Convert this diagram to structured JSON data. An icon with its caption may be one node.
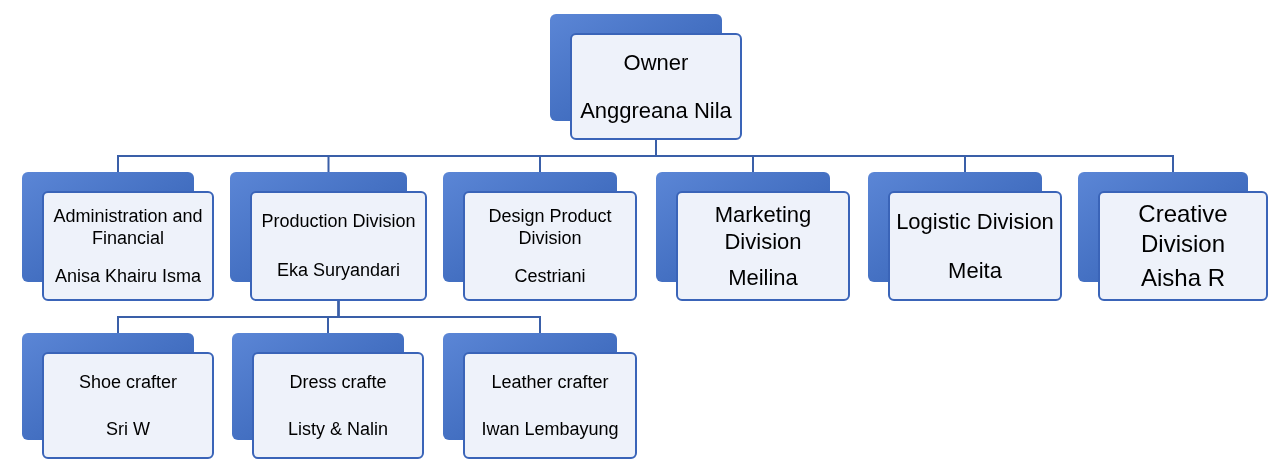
{
  "diagram": {
    "nodes": [
      {
        "text": [
          "Owner",
          "Anggreana Nila"
        ]
      },
      {
        "text": [
          "Administration and Financial",
          "Anisa Khairu Isma"
        ]
      },
      {
        "text": [
          "Production Division",
          "Eka Suryandari"
        ]
      },
      {
        "text": [
          "Design Product Division",
          "Cestriani"
        ]
      },
      {
        "text": [
          "Marketing Division",
          "Meilina"
        ]
      },
      {
        "text": [
          "Logistic Division",
          "Meita"
        ]
      },
      {
        "text": [
          "Creative Division",
          "Aisha R"
        ]
      },
      {
        "text": [
          "Shoe crafter",
          "Sri W"
        ]
      },
      {
        "text": [
          "Dress crafte",
          "Listy & Nalin"
        ]
      },
      {
        "text": [
          "Leather crafter",
          "Iwan Lembayung"
        ]
      }
    ],
    "edges": [
      {
        "from": 0,
        "to": 1,
        "arrow": "none"
      },
      {
        "from": 0,
        "to": 2,
        "arrow": "none"
      },
      {
        "from": 0,
        "to": 3,
        "arrow": "none"
      },
      {
        "from": 0,
        "to": 4,
        "arrow": "none"
      },
      {
        "from": 0,
        "to": 5,
        "arrow": "none"
      },
      {
        "from": 0,
        "to": 6,
        "arrow": "none"
      },
      {
        "from": 2,
        "to": 7,
        "arrow": "none"
      },
      {
        "from": 2,
        "to": 8,
        "arrow": "none"
      },
      {
        "from": 2,
        "to": 9,
        "arrow": "none"
      }
    ]
  }
}
